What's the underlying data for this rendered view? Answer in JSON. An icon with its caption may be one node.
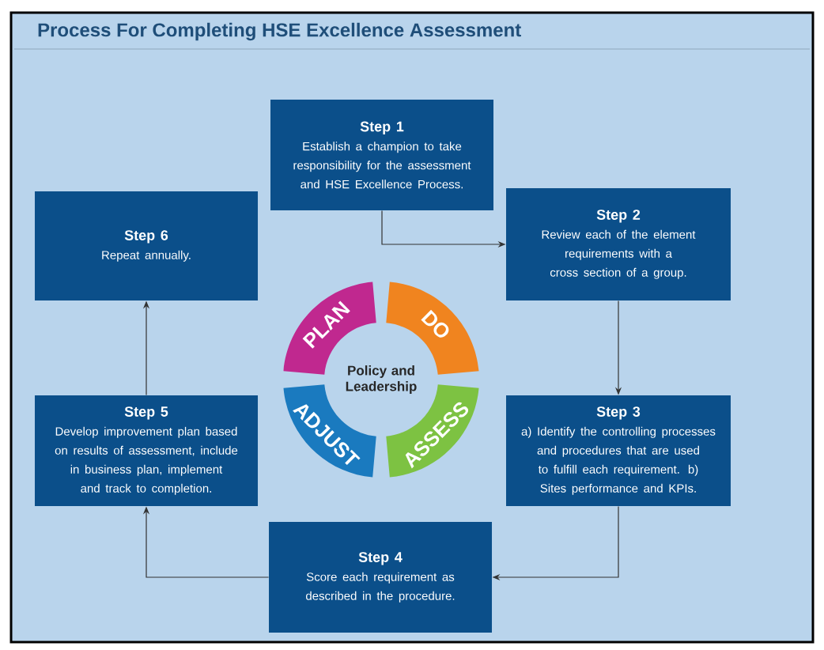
{
  "diagram": {
    "title": "Process For Completing HSE Excellence Assessment",
    "nodes": [
      {
        "text": [
          "Step 1",
          "Establish a champion to take responsibility for the assessment and HSE Excellence Process."
        ]
      },
      {
        "text": [
          "Step 2",
          "Review each of the element requirements with a cross section of a group."
        ]
      },
      {
        "text": [
          "Step 3",
          "a) Identify the controlling processes and procedures that are used to fulfill each requirement. b) Sites performance and KPIs."
        ]
      },
      {
        "text": [
          "Step 4",
          "Score each requirement as described in the procedure."
        ]
      },
      {
        "text": [
          "Step 5",
          "Develop improvement plan based on results of assessment, include in business plan, implement and track to completion."
        ]
      },
      {
        "text": [
          "Step 6",
          "Repeat annually."
        ]
      },
      {
        "text": [
          "PLAN"
        ]
      },
      {
        "text": [
          "DO"
        ]
      },
      {
        "text": [
          "ASSESS"
        ]
      },
      {
        "text": [
          "ADJUST"
        ]
      }
    ],
    "edges": [
      {
        "from": 0,
        "to": 1,
        "arrow": "to"
      },
      {
        "from": 1,
        "to": 2,
        "arrow": "to"
      },
      {
        "from": 2,
        "to": 3,
        "arrow": "to"
      },
      {
        "from": 3,
        "to": 4,
        "arrow": "to"
      },
      {
        "from": 4,
        "to": 5,
        "arrow": "to"
      }
    ],
    "labels": [
      "Policy and Leadership"
    ]
  }
}
